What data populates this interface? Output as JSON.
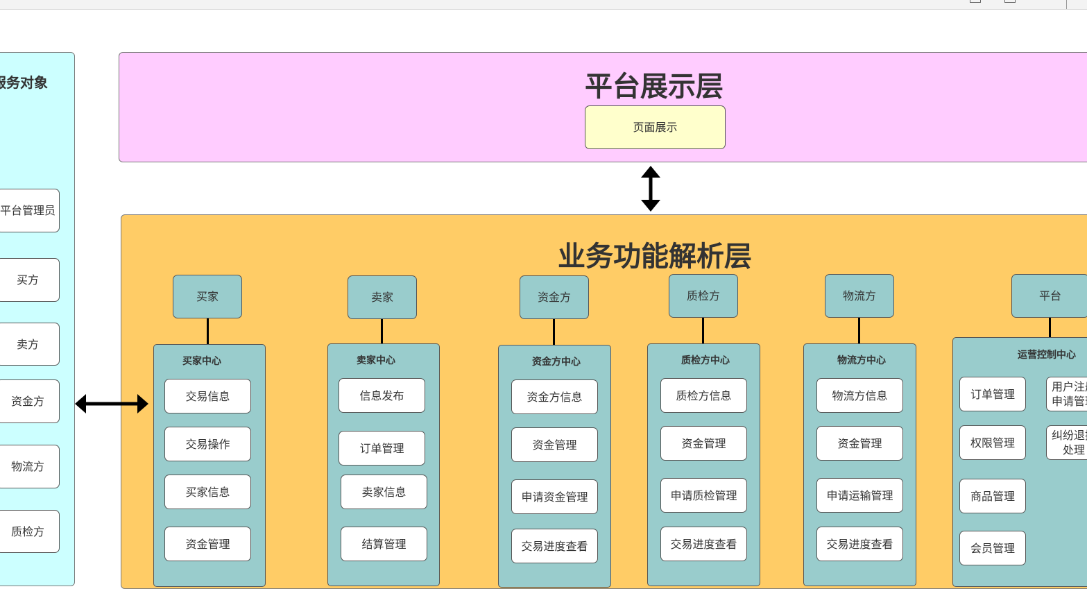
{
  "service_objects": {
    "title": "服务对象",
    "items": [
      "平台管理员",
      "买方",
      "卖方",
      "资金方",
      "物流方",
      "质检方"
    ]
  },
  "presentation_layer": {
    "title": "平台展示层",
    "items": [
      "页面展示"
    ]
  },
  "business_layer": {
    "title": "业务功能解析层",
    "roles": [
      {
        "role": "买家",
        "center": "买家中心",
        "functions": [
          "交易信息",
          "交易操作",
          "买家信息",
          "资金管理"
        ]
      },
      {
        "role": "卖家",
        "center": "卖家中心",
        "functions": [
          "信息发布",
          "订单管理",
          "卖家信息",
          "结算管理"
        ]
      },
      {
        "role": "资金方",
        "center": "资金方中心",
        "functions": [
          "资金方信息",
          "资金管理",
          "申请资金管理",
          "交易进度查看"
        ]
      },
      {
        "role": "质检方",
        "center": "质检方中心",
        "functions": [
          "质检方信息",
          "资金管理",
          "申请质检管理",
          "交易进度查看"
        ]
      },
      {
        "role": "物流方",
        "center": "物流方中心",
        "functions": [
          "物流方信息",
          "资金管理",
          "申请运输管理",
          "交易进度查看"
        ]
      },
      {
        "role": "平台",
        "center": "运营控制中心",
        "functions": [
          "订单管理",
          "权限管理",
          "商品管理",
          "会员管理",
          "用户注册申请管理",
          "纠纷退换处理"
        ]
      }
    ]
  },
  "colors": {
    "service_panel": "#ccffff",
    "presentation_panel": "#ffccff",
    "business_panel": "#ffcc66",
    "role_box": "#99cccc",
    "page_box": "#ffffcc"
  }
}
